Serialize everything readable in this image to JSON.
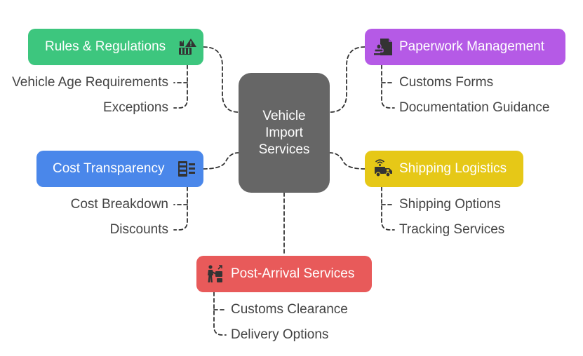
{
  "center": {
    "lines": [
      "Vehicle",
      "Import",
      "Services"
    ]
  },
  "nodes": {
    "rules": {
      "label": "Rules & Regulations",
      "color": "#3dc67e",
      "icon": "hazard-crate-icon",
      "items": [
        "Vehicle Age Requirements",
        "Exceptions"
      ]
    },
    "paperwork": {
      "label": "Paperwork Management",
      "color": "#b55ae6",
      "icon": "stamp-document-icon",
      "items": [
        "Customs Forms",
        "Documentation Guidance"
      ]
    },
    "cost": {
      "label": "Cost Transparency",
      "color": "#4a87ea",
      "icon": "cost-breakdown-icon",
      "items": [
        "Cost Breakdown",
        "Discounts"
      ]
    },
    "shipping": {
      "label": "Shipping Logistics",
      "color": "#e6c817",
      "icon": "tracking-truck-icon",
      "items": [
        "Shipping Options",
        "Tracking Services"
      ]
    },
    "post": {
      "label": "Post-Arrival Services",
      "color": "#e85a5a",
      "icon": "delivery-person-icon",
      "items": [
        "Customs Clearance",
        "Delivery Options"
      ]
    }
  }
}
